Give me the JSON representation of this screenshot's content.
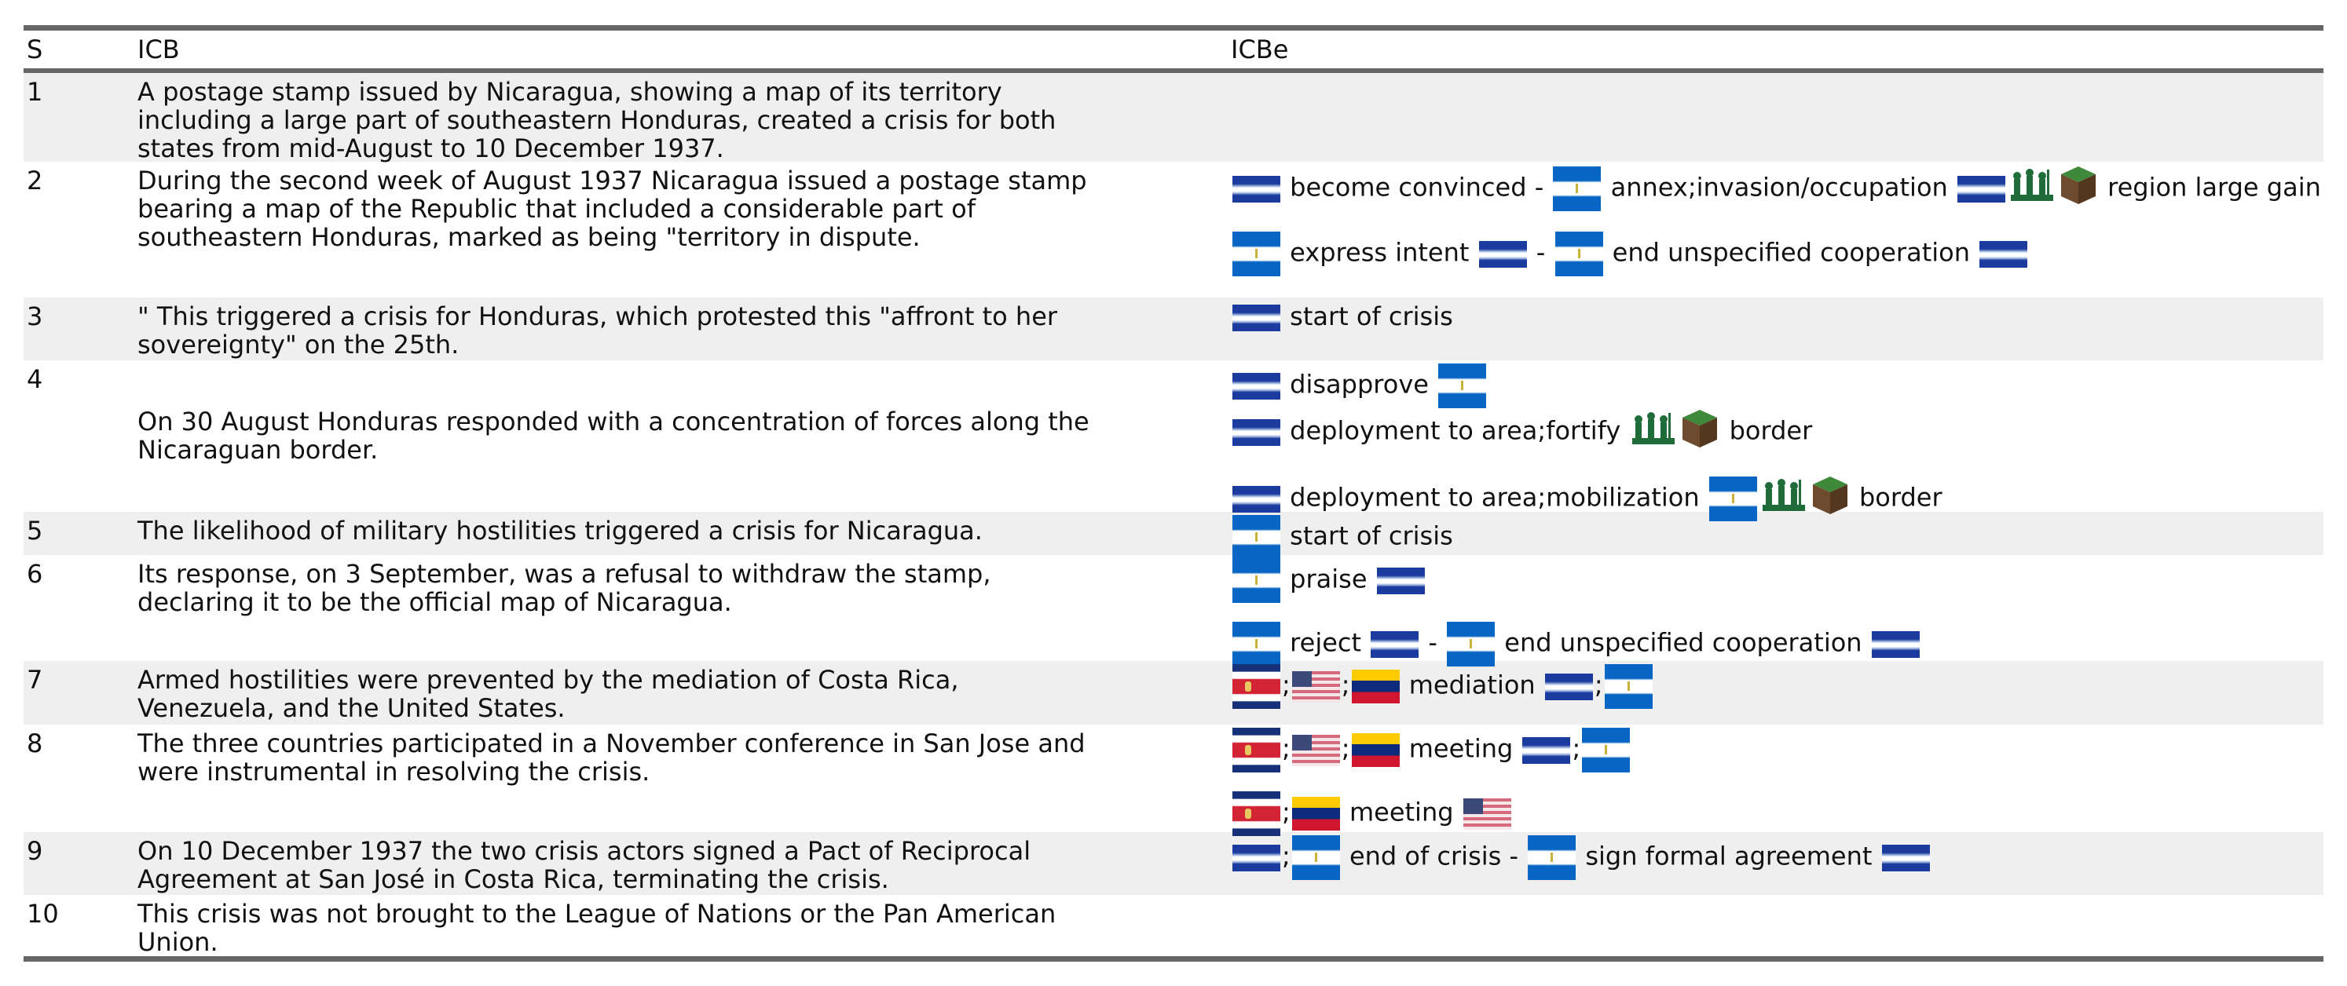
{
  "header": {
    "s": "S",
    "icb": "ICB",
    "icbe": "ICBe"
  },
  "rows": [
    {
      "s": "1",
      "icb": [
        "A postage stamp issued by Nicaragua, showing a map of its territory",
        "including a large part of southeastern Honduras, created a crisis for both",
        "states from mid-August to 10 December 1937."
      ],
      "events": []
    },
    {
      "s": "2",
      "icb": [
        "During the second week of August 1937 Nicaragua issued a postage stamp",
        "bearing a map of the Republic that included a considerable part of",
        "southeastern Honduras, marked as being \"territory in dispute."
      ],
      "events": [
        [
          {
            "f": "hn"
          },
          {
            "t": "become convinced -"
          },
          {
            "f": "ni"
          },
          {
            "t": "annex;invasion/occupation"
          },
          {
            "f": "hn"
          },
          {
            "i": "soldiers"
          },
          {
            "i": "land"
          },
          {
            "t": "region large gain"
          }
        ],
        [
          {
            "f": "ni"
          },
          {
            "t": "express intent"
          },
          {
            "f": "hn"
          },
          {
            "t": "-"
          },
          {
            "f": "ni"
          },
          {
            "t": "end unspecified cooperation"
          },
          {
            "f": "hn"
          }
        ]
      ]
    },
    {
      "s": "3",
      "icb": [
        "\" This triggered a crisis for Honduras, which protested this \"affront to her",
        "sovereignty\" on the 25th."
      ],
      "events": [
        [
          {
            "f": "hn"
          },
          {
            "t": "start of crisis"
          }
        ]
      ]
    },
    {
      "s": "4",
      "icb": [
        "On 30 August Honduras responded with a concentration of forces along the",
        "Nicaraguan border."
      ],
      "events": [
        [
          {
            "f": "hn"
          },
          {
            "t": "disapprove"
          },
          {
            "f": "ni"
          }
        ],
        [
          {
            "f": "hn"
          },
          {
            "t": "deployment to area;fortify"
          },
          {
            "i": "soldiers"
          },
          {
            "i": "land"
          },
          {
            "t": "border"
          }
        ],
        [
          {
            "f": "hn"
          },
          {
            "t": "deployment to area;mobilization"
          },
          {
            "f": "ni"
          },
          {
            "i": "soldiers"
          },
          {
            "i": "land"
          },
          {
            "t": "border"
          }
        ]
      ]
    },
    {
      "s": "5",
      "icb": [
        "The likelihood of military hostilities triggered a crisis for Nicaragua."
      ],
      "events": [
        [
          {
            "f": "ni"
          },
          {
            "t": "start of crisis"
          }
        ]
      ]
    },
    {
      "s": "6",
      "icb": [
        "Its response, on 3 September, was a refusal to withdraw the stamp,",
        "declaring it to be the official map of Nicaragua."
      ],
      "events": [
        [
          {
            "f": "ni"
          },
          {
            "t": "praise"
          },
          {
            "f": "hn"
          }
        ],
        [
          {
            "f": "ni"
          },
          {
            "t": "reject"
          },
          {
            "f": "hn"
          },
          {
            "t": "-"
          },
          {
            "f": "ni"
          },
          {
            "t": "end unspecified cooperation"
          },
          {
            "f": "hn"
          }
        ]
      ]
    },
    {
      "s": "7",
      "icb": [
        "Armed hostilities were prevented by the mediation of Costa Rica,",
        "Venezuela, and the United States."
      ],
      "events": [
        [
          {
            "f": "cr"
          },
          {
            "t": ";"
          },
          {
            "f": "us"
          },
          {
            "t": ";"
          },
          {
            "f": "ve"
          },
          {
            "t": "mediation"
          },
          {
            "f": "hn"
          },
          {
            "t": ";"
          },
          {
            "f": "ni"
          }
        ]
      ]
    },
    {
      "s": "8",
      "icb": [
        "The three countries participated in a November conference in San Jose and",
        "were instrumental in resolving the crisis."
      ],
      "events": [
        [
          {
            "f": "cr"
          },
          {
            "t": ";"
          },
          {
            "f": "us"
          },
          {
            "t": ";"
          },
          {
            "f": "ve"
          },
          {
            "t": "meeting"
          },
          {
            "f": "hn"
          },
          {
            "t": ";"
          },
          {
            "f": "ni"
          }
        ],
        [
          {
            "f": "cr"
          },
          {
            "t": ";"
          },
          {
            "f": "ve"
          },
          {
            "t": "meeting"
          },
          {
            "f": "us"
          }
        ]
      ]
    },
    {
      "s": "9",
      "icb": [
        "On 10 December 1937 the two crisis actors signed a Pact of Reciprocal",
        "Agreement at San José in Costa Rica, terminating the crisis."
      ],
      "events": [
        [
          {
            "f": "hn"
          },
          {
            "t": ";"
          },
          {
            "f": "ni"
          },
          {
            "t": "end of crisis -"
          },
          {
            "f": "ni"
          },
          {
            "t": "sign formal agreement"
          },
          {
            "f": "hn"
          }
        ]
      ]
    },
    {
      "s": "10",
      "icb": [
        "This crisis was not brought to the League of Nations or the Pan American",
        "Union."
      ],
      "events": []
    }
  ],
  "flag_names": {
    "hn": "honduras",
    "ni": "nicaragua",
    "cr": "costa-rica",
    "us": "united-states",
    "ve": "venezuela"
  }
}
